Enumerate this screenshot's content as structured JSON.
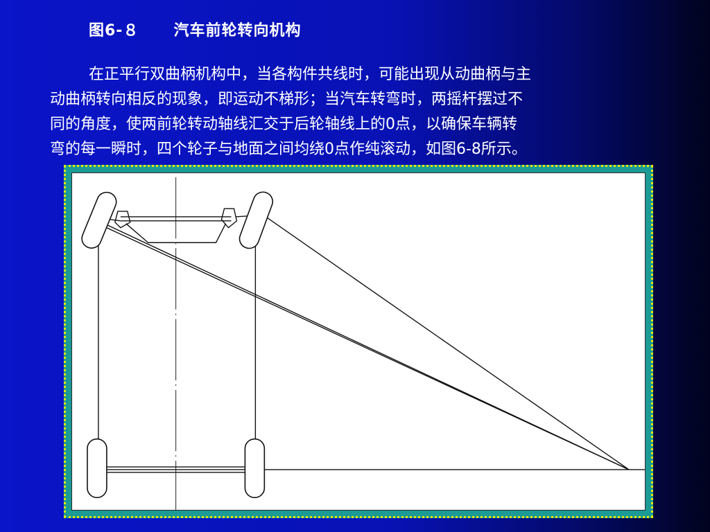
{
  "title": {
    "figure_number": "图6-８",
    "figure_name": "汽车前轮转向机构"
  },
  "paragraph": {
    "lines": [
      "在正平行双曲柄机构中，当各构件共线时，可能出现从动曲柄与主",
      "动曲柄转向相反的现象，即运动不梯形；当汽车转弯时，两摇杆摆过不",
      "同的角度，使两前轮转动轴线汇交于后轮轴线上的0点，以确保车辆转",
      "弯的每一瞬时，四个轮子与地面之间均绕0点作纯滚动，如图6-8所示。"
    ]
  },
  "colors": {
    "background": "#0a14c8",
    "text": "#ffffff",
    "frame": "#1c9a96",
    "frame_border": "#e8e800",
    "drawing": "#111111"
  }
}
